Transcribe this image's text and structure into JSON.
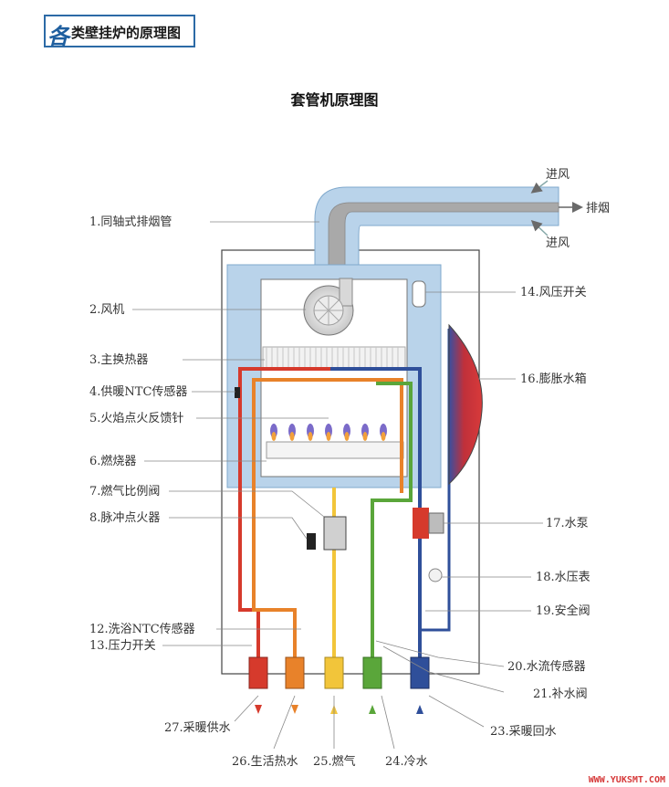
{
  "header": {
    "logo": "各",
    "title": "类壁挂炉的原理图"
  },
  "title": "套管机原理图",
  "flue_labels": {
    "intake_top": "进风",
    "exhaust": "排烟",
    "intake_bottom": "进风"
  },
  "parts": {
    "p1": "1.同轴式排烟管",
    "p2": "2.风机",
    "p3": "3.主换热器",
    "p4": "4.供暖NTC传感器",
    "p5": "5.火焰点火反馈针",
    "p6": "6.燃烧器",
    "p7": "7.燃气比例阀",
    "p8": "8.脉冲点火器",
    "p12": "12.洗浴NTC传感器",
    "p13": "13.压力开关",
    "p14": "14.风压开关",
    "p16": "16.膨胀水箱",
    "p17": "17.水泵",
    "p18": "18.水压表",
    "p19": "19.安全阀",
    "p20": "20.水流传感器",
    "p21": "21.补水阀",
    "p23": "23.采暖回水",
    "p24": "24.冷水",
    "p25": "25.燃气",
    "p26": "26.生活热水",
    "p27": "27.采暖供水"
  },
  "colors": {
    "heating_supply": "#d63a2c",
    "hot_water": "#e8822a",
    "gas": "#f2c53a",
    "cold_water": "#5aa63a",
    "heating_return": "#2f4f9a",
    "air_duct": "#b9d3ea"
  },
  "watermark": "WWW.YUKSMT.COM"
}
